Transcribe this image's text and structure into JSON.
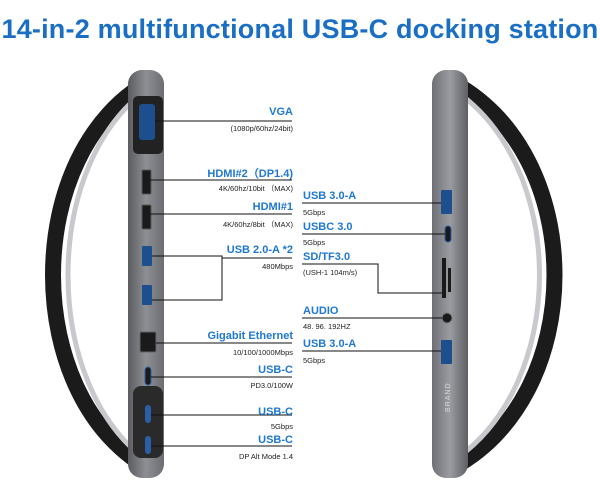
{
  "title": "14-in-2 multifunctional USB-C docking station",
  "brand_mark": "BRAND",
  "left_ports": [
    {
      "name": "VGA",
      "detail": "(1080p/60hz/24bit)"
    },
    {
      "name": "HDMI#2（DP1.4)",
      "detail": "4K/60hz/10bit （MAX)"
    },
    {
      "name": "HDMI#1",
      "detail": "4K/60hz/8bit （MAX)"
    },
    {
      "name": "USB 2.0-A *2",
      "detail": "480Mbps"
    },
    {
      "name": "Gigabit Ethernet",
      "detail": "10/100/1000Mbps"
    },
    {
      "name": "USB-C",
      "detail": "PD3.0/100W"
    },
    {
      "name": "USB-C",
      "detail": "5Gbps"
    },
    {
      "name": "USB-C",
      "detail": "DP Alt Mode 1.4"
    }
  ],
  "right_ports": [
    {
      "name": "USB 3.0-A",
      "detail": "5Gbps"
    },
    {
      "name": "USBC 3.0",
      "detail": "5Gbps"
    },
    {
      "name": "SD/TF3.0",
      "detail": "(USH-1 104m/s)"
    },
    {
      "name": "AUDIO",
      "detail": "48.  96.  192HZ"
    },
    {
      "name": "USB 3.0-A",
      "detail": "5Gbps"
    }
  ]
}
